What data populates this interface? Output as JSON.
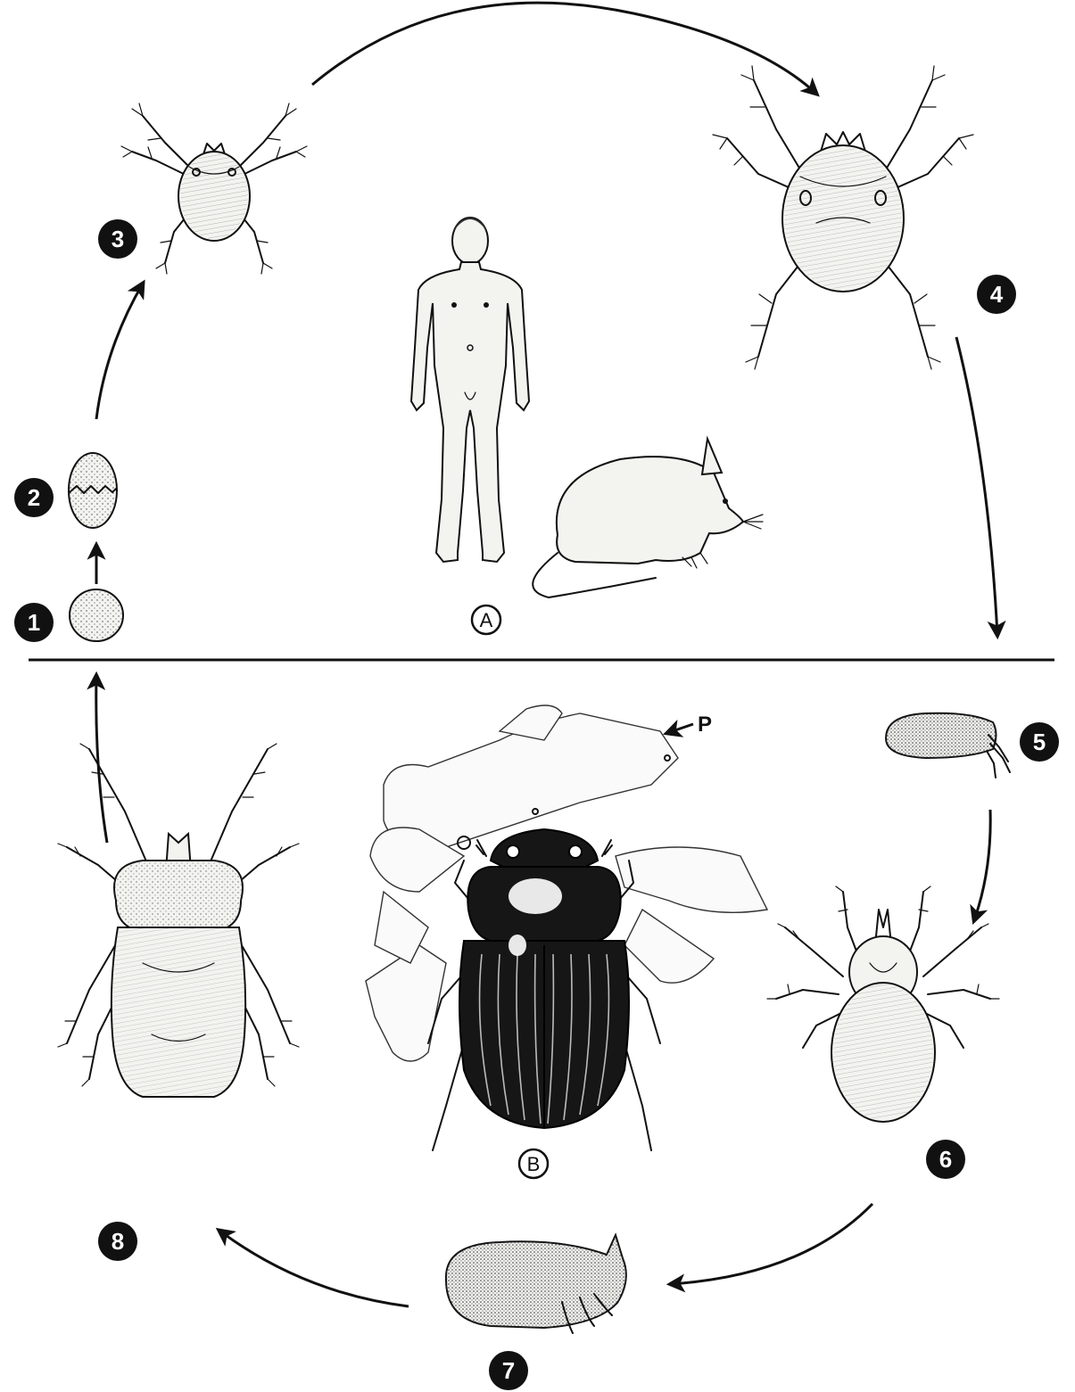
{
  "figure": {
    "habitat_line_note": "",
    "stage_labels": [
      "1",
      "2",
      "3",
      "4",
      "5",
      "6",
      "7",
      "8"
    ],
    "host_labels": {
      "vertebrate": "A",
      "beetle": "B"
    },
    "pointer_label": "P",
    "icons": {
      "egg": "egg-icon",
      "hatching_egg": "hatching-egg-icon",
      "larva": "mite-larva-icon",
      "engorged_larva": "engorged-larva-icon",
      "quiescent_larva": "quiescent-larva-icon",
      "nymph": "mite-nymph-icon",
      "quiescent_nymph": "quiescent-nymph-icon",
      "adult": "mite-adult-icon",
      "human": "human-figure-icon",
      "rodent": "rodent-icon",
      "beetle": "dung-beetle-icon",
      "dung": "dung-pellets-icon"
    },
    "colors": {
      "ink": "#111111",
      "background": "#ffffff"
    }
  }
}
